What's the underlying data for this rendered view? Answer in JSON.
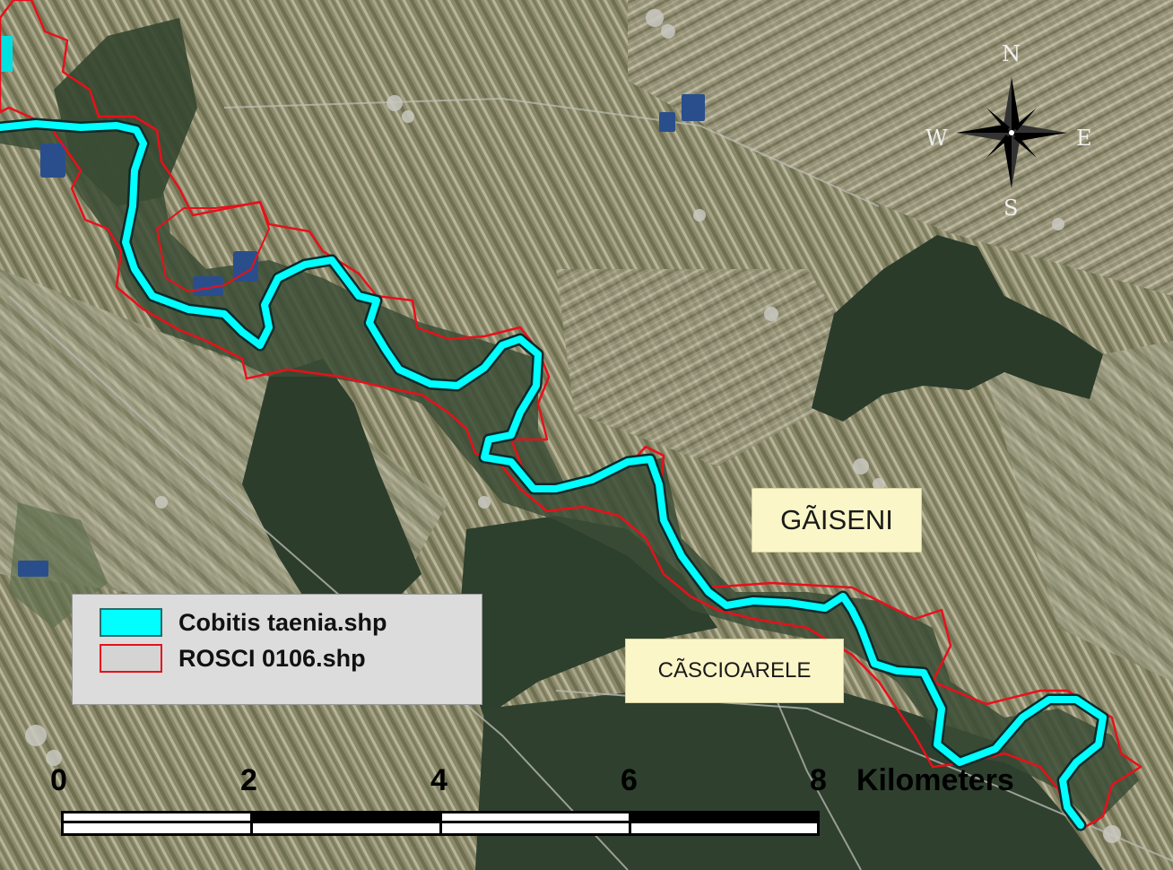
{
  "map": {
    "colors": {
      "cobitis_fill": "#00ffff",
      "rosci_outline": "#e8101a",
      "label_bg": "#fbf6c8",
      "legend_bg": "#dcdcdc"
    }
  },
  "labels": {
    "gaiseni": "GÃISENI",
    "cascioarele": "CÃSCIOARELE"
  },
  "legend": {
    "items": [
      {
        "name": "Cobitis taenia.shp",
        "color": "#00ffff"
      },
      {
        "name": "ROSCI 0106.shp",
        "color": "#e8101a"
      }
    ]
  },
  "scale_bar": {
    "ticks": [
      "0",
      "2",
      "4",
      "6",
      "8"
    ],
    "unit": "Kilometers"
  },
  "north_arrow": {
    "icon": "compass-rose-icon",
    "n": "N",
    "s": "S",
    "e": "E",
    "w": "W"
  }
}
